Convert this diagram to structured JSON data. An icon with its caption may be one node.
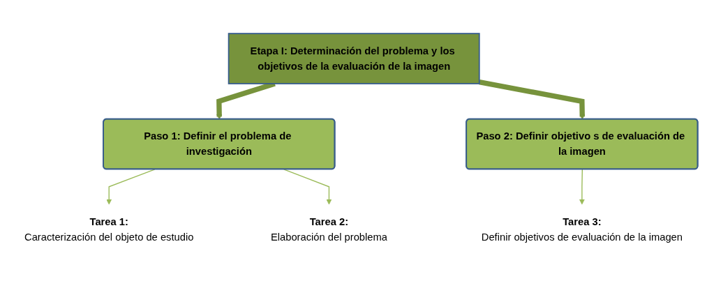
{
  "diagram": {
    "nodes": [
      {
        "text": [
          "Etapa I: Determinación del problema y los objetivos de la evaluación de la imagen"
        ]
      },
      {
        "text": [
          "Paso 1: Definir el problema de investigación"
        ]
      },
      {
        "text": [
          "Paso 2: Definir objetivo s de evaluación de la imagen"
        ]
      },
      {
        "text": [
          "Tarea 1:",
          "Caracterización del objeto de estudio"
        ]
      },
      {
        "text": [
          "Tarea 2:",
          "Elaboración del problema"
        ]
      },
      {
        "text": [
          "Tarea 3:",
          "Definir objetivos de evaluación de la imagen"
        ]
      }
    ],
    "edges": [
      {
        "from": 0,
        "to": 1,
        "arrow": "to",
        "style": "thick",
        "color": "#77933c"
      },
      {
        "from": 0,
        "to": 2,
        "arrow": "to",
        "style": "thick",
        "color": "#77933c"
      },
      {
        "from": 1,
        "to": 3,
        "arrow": "to"
      },
      {
        "from": 1,
        "to": 4,
        "arrow": "to"
      },
      {
        "from": 2,
        "to": 5,
        "arrow": "to"
      }
    ]
  }
}
